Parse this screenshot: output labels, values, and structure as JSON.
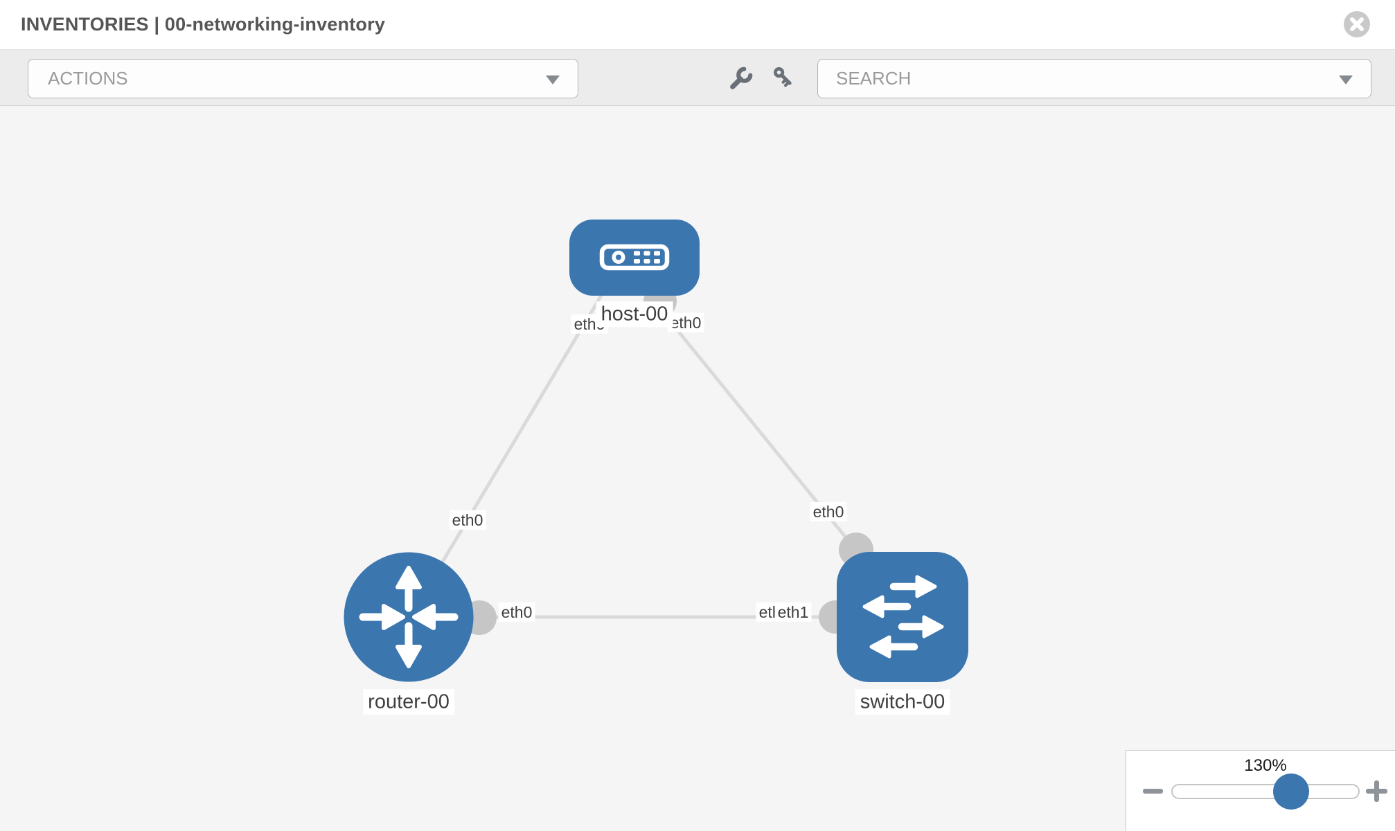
{
  "header": {
    "title": "INVENTORIES | 00-networking-inventory"
  },
  "toolbar": {
    "actions_dropdown": {
      "value": "ACTIONS"
    },
    "search_dropdown": {
      "placeholder": "SEARCH"
    },
    "icons": {
      "wrench": "wrench-icon",
      "key": "key-icon",
      "actions_caret": "chevron-down-icon",
      "search_caret": "chevron-down-icon",
      "close": "circle-x-icon"
    }
  },
  "topology": {
    "nodes": [
      {
        "label": "host-00",
        "type": "host",
        "icon": "server-icon"
      },
      {
        "label": "router-00",
        "type": "router",
        "icon": "router-arrows-icon"
      },
      {
        "label": "switch-00",
        "type": "switch",
        "icon": "switch-arrows-icon"
      }
    ],
    "links": [
      {
        "from": "host-00",
        "from_port": "eth0",
        "to": "router-00",
        "to_port": "eth0"
      },
      {
        "from": "host-00",
        "from_port": "eth0",
        "to": "switch-00",
        "to_port": "eth0"
      },
      {
        "from": "router-00",
        "from_port": "eth0",
        "to": "switch-00",
        "to_port": "eth1"
      }
    ],
    "port_labels": {
      "host_left": "eth0",
      "host_right": "eth0",
      "host_router_link_router_end": "eth0",
      "host_switch_link_switch_end": "eth0",
      "router_switch_link_router_end": "eth0",
      "router_switch_link_switch_end_under": "eth0",
      "router_switch_link_switch_end": "eth1"
    }
  },
  "zoom_control": {
    "level": "130%",
    "minus_icon": "minus-icon",
    "plus_icon": "plus-icon"
  },
  "colors": {
    "node_blue": "#3b76af",
    "edge_gray": "#dadada",
    "port_gray": "#c6c6c6",
    "canvas_bg": "#f5f5f5",
    "toolbar_bg": "#ececec"
  }
}
